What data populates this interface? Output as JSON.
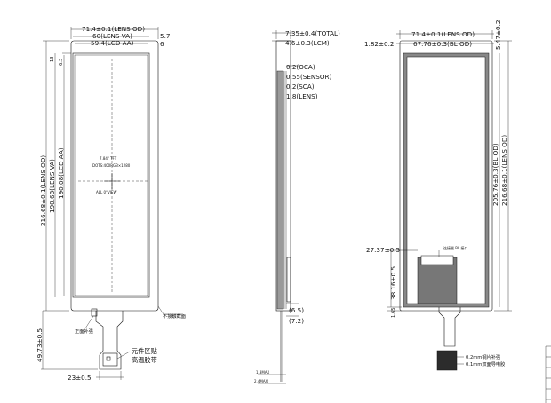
{
  "front_view": {
    "lens_od_width": "71.4±0.1(LENS OD)",
    "lens_va_width": "60(LENS VA)",
    "lcd_aa_width": "59.4(LCD AA)",
    "right_offset_1": "5.7",
    "right_offset_2": "6",
    "top_offset": "13",
    "top_offset_2": "6.3",
    "lens_od_height": "216.68±0.1(LENS OD)",
    "lens_va_height": "190.68(LENS VA)",
    "lcd_aa_height": "190.08(LCD AA)",
    "tail_length": "49.73±0.5",
    "tail_width": "23±0.5",
    "center_text": [
      "7.84\" TFT",
      "DOTS:400RGB×1280",
      "ALL 0°VIEW"
    ],
    "note_bottom_right": "不接触截面",
    "note_stiffener": "正面补强",
    "note_component_1": "元件区贴",
    "note_component_2": "高温胶带"
  },
  "side_view": {
    "total": "7.35±0.4(TOTAL)",
    "lcm": "4.6±0.3(LCM)",
    "layers": [
      "0.2(OCA)",
      "0.55(SENSOR)",
      "0.2(SCA)",
      "1.8(LENS)"
    ],
    "dim_a": "(6.5)",
    "dim_b": "(7.2)",
    "max_1": "1.3MAX",
    "max_2": "2.4MAX"
  },
  "back_view": {
    "lens_od_width": "71.4±0.1(LENS OD)",
    "bl_od_width": "67.76±0.3(BL OD)",
    "left_offset": "1.82±0.2",
    "right_offset": "5.47±0.2",
    "bl_od_height": "205.76±0.3(BL OD)",
    "lens_od_height": "216.68±0.1(LENS OD)",
    "connector_offset": "27.37±0.5",
    "connector_height": "38.16±0.5",
    "bottom_offset": "1.65",
    "connector_label": "连接器 BL 接口",
    "note_1": "0.2mm钢片补强",
    "note_2": "0.1mm双面导电胶"
  }
}
